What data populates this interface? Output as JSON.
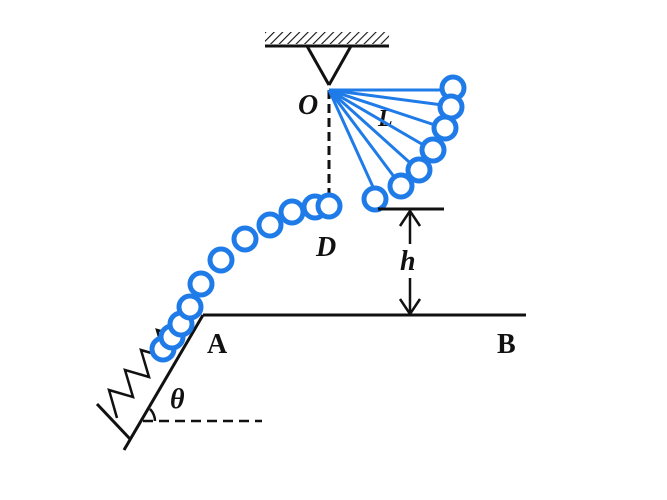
{
  "labels": {
    "pivot": "O",
    "length": "L",
    "point_d": "D",
    "height": "h",
    "point_a": "A",
    "point_b": "B",
    "angle": "θ"
  },
  "colors": {
    "ink": "#111111",
    "ball": "#1e7be8",
    "background": "#ffffff"
  }
}
